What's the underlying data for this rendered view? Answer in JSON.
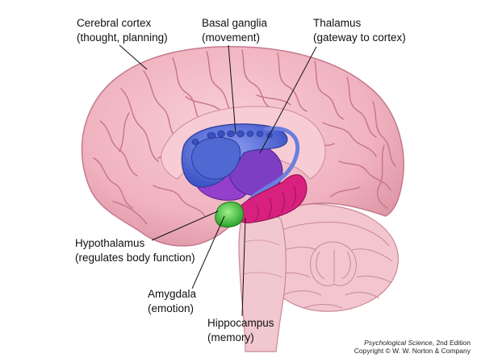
{
  "labels": {
    "cerebral_cortex": {
      "name": "Cerebral cortex",
      "function": "(thought, planning)"
    },
    "basal_ganglia": {
      "name": "Basal ganglia",
      "function": "(movement)"
    },
    "thalamus": {
      "name": "Thalamus",
      "function": "(gateway to cortex)"
    },
    "hypothalamus": {
      "name": "Hypothalamus",
      "function": "(regulates body function)"
    },
    "amygdala": {
      "name": "Amygdala",
      "function": "(emotion)"
    },
    "hippocampus": {
      "name": "Hippocampus",
      "function": "(memory)"
    }
  },
  "credit": {
    "title": "Psychological Science",
    "edition": ", 2nd Edition",
    "copyright": "Copyright © W. W. Norton & Company"
  },
  "colors": {
    "cortex": "#f2b7c3",
    "cortex_fold": "#c9768c",
    "cerebellum": "#f0c2cc",
    "brainstem": "#f1c7cf",
    "basal_ganglia": "#5f73d8",
    "thalamus": "#7e3ec4",
    "hypothalamus": "#9a3fd0",
    "amygdala": "#3fc23f",
    "hippocampus": "#d8217e",
    "leader": "#111111"
  }
}
